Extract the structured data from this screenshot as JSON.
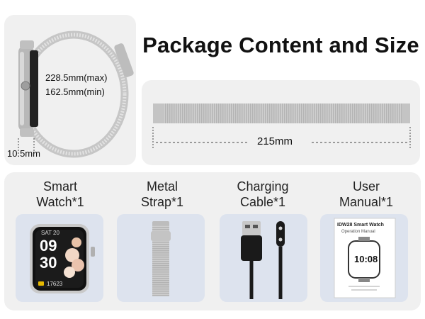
{
  "title": "Package Content and Size",
  "dimensions": {
    "circumference_max": "228.5mm(max)",
    "circumference_min": "162.5mm(min)",
    "strap_width": "10.5mm",
    "strap_length": "215mm"
  },
  "items": [
    {
      "line1": "Smart",
      "line2": "Watch*1"
    },
    {
      "line1": "Metal",
      "line2": "Strap*1"
    },
    {
      "line1": "Charging",
      "line2": "Cable*1"
    },
    {
      "line1": "User",
      "line2": "Manual*1"
    }
  ],
  "watch_face": {
    "date": "SAT 20",
    "hour": "09",
    "minute": "30",
    "steps": "17623"
  },
  "manual": {
    "brand": "IDW28 Smart Watch",
    "subtitle": "Operation Manual",
    "time": "10:08"
  }
}
